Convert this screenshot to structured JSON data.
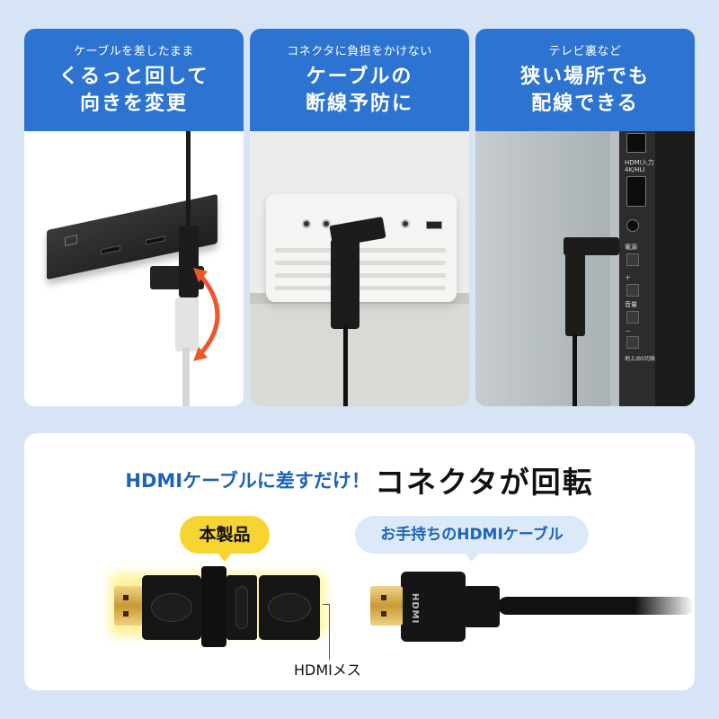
{
  "panels": [
    {
      "subtitle": "ケーブルを差したまま",
      "title_line1": "くるっと回して",
      "title_line2": "向きを変更",
      "image": "adapter-rotating-on-hdmi-switcher"
    },
    {
      "subtitle": "コネクタに負担をかけない",
      "title_line1": "ケーブルの",
      "title_line2": "断線予防に",
      "image": "adapter-on-projector"
    },
    {
      "subtitle": "テレビ裏など",
      "title_line1": "狭い場所でも",
      "title_line2": "配線できる",
      "image": "adapter-on-tv-side",
      "tv_labels": [
        "HDMI入力",
        "4K/HLI",
        "電源",
        "＋",
        "音量",
        "－",
        "地上/BS切換"
      ]
    }
  ],
  "bottom": {
    "headline_blue": "HDMIケーブルに差すだけ！",
    "headline_black": "コネクタが回転",
    "product_bubble": "本製品",
    "cable_bubble": "お手持ちのHDMIケーブル",
    "callout_label": "HDMIメス",
    "cable_logo": "HDMI"
  },
  "colors": {
    "background": "#d6e4f6",
    "header_blue": "#2c73d2",
    "headline_blue": "#1d63b8",
    "bubble_yellow": "#f6d431",
    "bubble_lightblue": "#dbe9f8",
    "arrow_orange": "#f0562a"
  }
}
